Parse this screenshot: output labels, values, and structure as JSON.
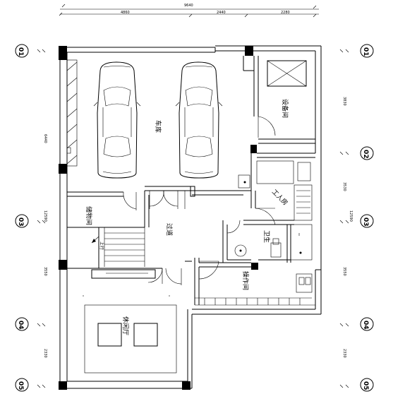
{
  "dimensions": {
    "top_total": "9640",
    "top_segments": [
      "4860",
      "2440",
      "2280"
    ],
    "left_values": [
      "6440",
      "12590",
      "3550",
      "2330"
    ],
    "right_values": [
      "3830",
      "3530",
      "12590",
      "3550",
      "2330"
    ]
  },
  "axes": {
    "left": [
      "01",
      "03",
      "04",
      "05"
    ],
    "right": [
      "01",
      "02",
      "03",
      "04",
      "05"
    ]
  },
  "rooms": {
    "garage": "车库",
    "equipment": "设备间",
    "storage": "储物间",
    "corridor": "过道",
    "worker_room": "工人房",
    "bathroom": "卫生",
    "operation": "操作间",
    "leisure": "休闲厅",
    "stair_note": "上行"
  }
}
